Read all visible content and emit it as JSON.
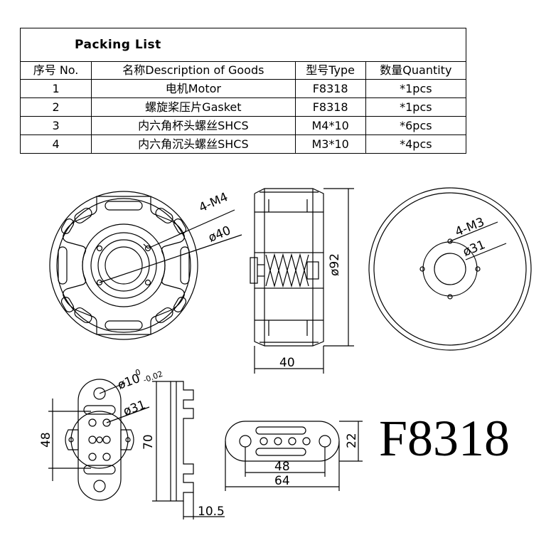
{
  "packing_list": {
    "title": "Packing List",
    "headers": {
      "no": "序号 No.",
      "description": "名称Description of Goods",
      "type": "型号Type",
      "quantity": "数量Quantity"
    },
    "rows": [
      {
        "no": "1",
        "description": "电机Motor",
        "type": "F8318",
        "quantity": "*1pcs"
      },
      {
        "no": "2",
        "description": "螺旋桨压片Gasket",
        "type": "F8318",
        "quantity": "*1pcs"
      },
      {
        "no": "3",
        "description": "内六角杯头螺丝SHCS",
        "type": "M4*10",
        "quantity": "*6pcs"
      },
      {
        "no": "4",
        "description": "内六角沉头螺丝SHCS",
        "type": "M3*10",
        "quantity": "*4pcs"
      }
    ]
  },
  "drawing": {
    "front_view": {
      "holes_label": "4-M4",
      "diameter_label": "ø40"
    },
    "side_view": {
      "diameter_label": "ø92",
      "height_label": "40"
    },
    "back_view": {
      "holes_label": "4-M3",
      "diameter_label": "ø31"
    },
    "gasket_front": {
      "hole_label": "ø10",
      "tol_upper": "0",
      "tol_lower": "-0.02",
      "circle_label": "ø31",
      "height_label": "48"
    },
    "gasket_side": {
      "height_label": "70",
      "thickness_label": "10.5"
    },
    "gasket_plate": {
      "inner_label": "48",
      "outer_label": "64",
      "height_label": "22"
    },
    "model_name": "F8318"
  }
}
